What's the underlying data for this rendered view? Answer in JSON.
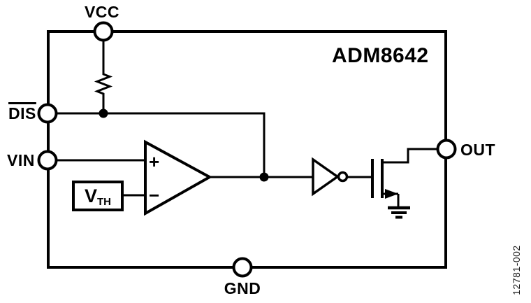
{
  "diagram": {
    "part_number": "ADM8642",
    "watermark": "12781-002",
    "pins": {
      "vcc": "VCC",
      "dis": "DIS",
      "vin": "VIN",
      "out": "OUT",
      "gnd": "GND"
    },
    "comparator": {
      "plus_sign": "+",
      "minus_sign": "−"
    },
    "vth": {
      "symbol": "V",
      "subscript": "TH"
    },
    "colors": {
      "line": "#000000",
      "background": "#ffffff"
    }
  }
}
